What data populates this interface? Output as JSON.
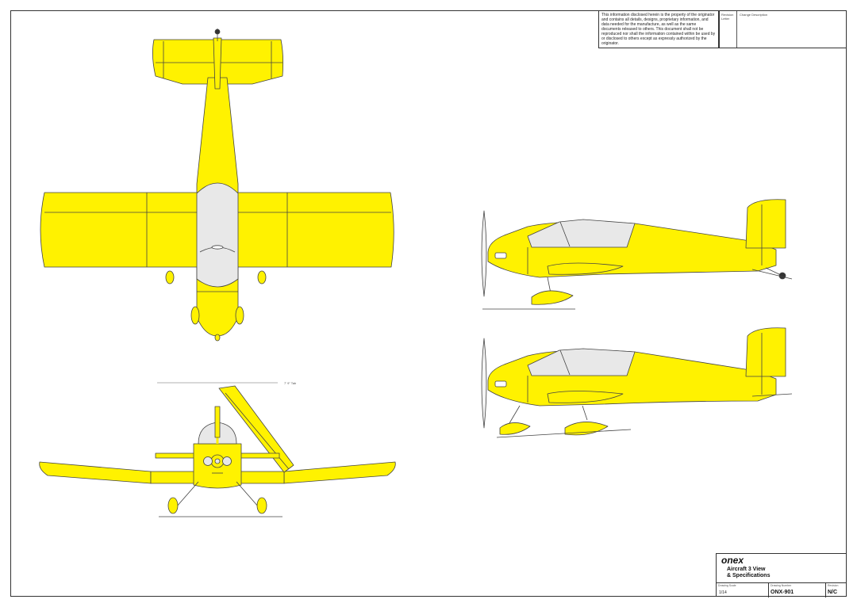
{
  "notice": {
    "text": "This information disclosed herein is the property of the originator and contains all details, designs, proprietary information, and data needed for the manufacture, as well as the same documents released to others. This document shall not be reproduced nor shall the information contained within be used by or disclosed to others except as expressly authorized by the originator."
  },
  "revision": {
    "col1": "Revision Letter",
    "col2": "Change Description"
  },
  "title_block": {
    "logo": "onex",
    "title_line1": "Aircraft 3 View",
    "title_line2": "& Specifications",
    "scale_label": "Drawing Scale",
    "scale_value": "1/14",
    "number_label": "Drawing Number",
    "number_value": "ONX-901",
    "rev_label": "Revision",
    "rev_value": "N/C"
  },
  "dimension": {
    "span_text": "7' 9\" Tab"
  },
  "colors": {
    "aircraft_yellow": "#FFF200",
    "canopy_grey": "#E8E8E8",
    "line": "#444444"
  }
}
